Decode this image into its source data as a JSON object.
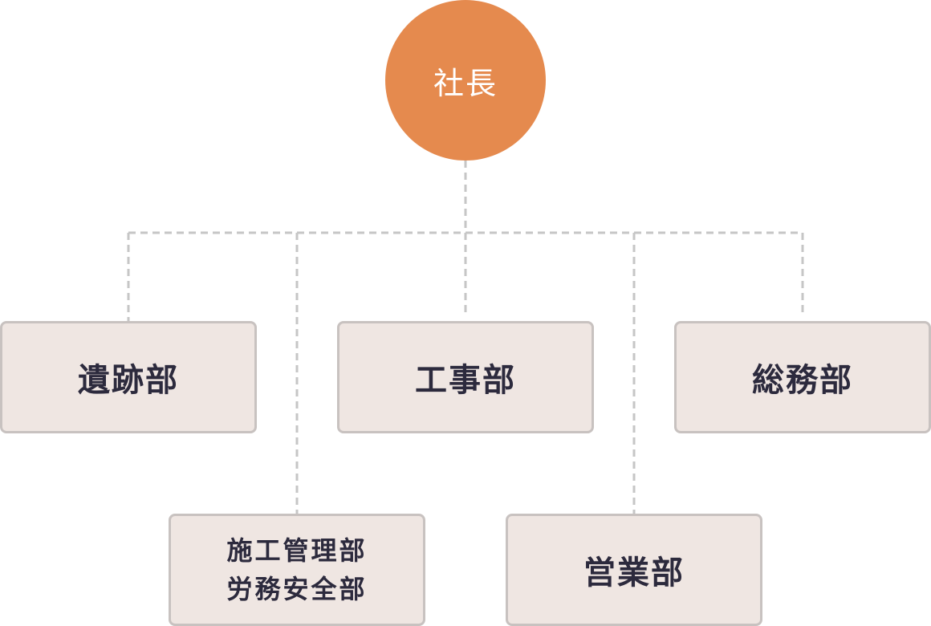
{
  "root": {
    "label": "社長"
  },
  "departments": [
    {
      "label": "遺跡部"
    },
    {
      "label": "工事部"
    },
    {
      "label": "総務部"
    },
    {
      "lines": [
        "施工管理部",
        "労務安全部"
      ]
    },
    {
      "label": "営業部"
    }
  ],
  "colors": {
    "root_fill": "#e58a4e",
    "box_fill": "#efe6e2",
    "box_border": "#c8c2c0",
    "connector": "#c6c6c6",
    "text": "#2c2a3d"
  }
}
